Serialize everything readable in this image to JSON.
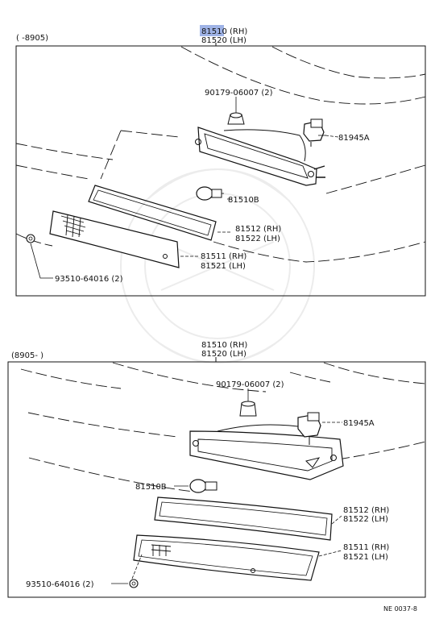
{
  "top": {
    "date_range": "(      -8905)",
    "main_part_rh": "81510 (RH)",
    "main_part_lh": "81520 (LH)",
    "screw": "90179-06007 (2)",
    "clip": "81945A",
    "bulb": "81510B",
    "gasket_rh": "81512 (RH)",
    "gasket_lh": "81522 (LH)",
    "lens_rh": "81511 (RH)",
    "lens_lh": "81521 (LH)",
    "nut": "93510-64016 (2)"
  },
  "bottom": {
    "date_range": "(8905-       )",
    "main_part_rh": "81510 (RH)",
    "main_part_lh": "81520 (LH)",
    "screw": "90179-06007 (2)",
    "clip": "81945A",
    "bulb": "81510B",
    "gasket_rh": "81512 (RH)",
    "gasket_lh": "81522 (LH)",
    "lens_rh": "81511 (RH)",
    "lens_lh": "81521 (LH)",
    "nut": "93510-64016 (2)"
  },
  "footer_code": "NE 0037-8",
  "colors": {
    "highlight": "#9fb3e6",
    "line": "#111111"
  }
}
